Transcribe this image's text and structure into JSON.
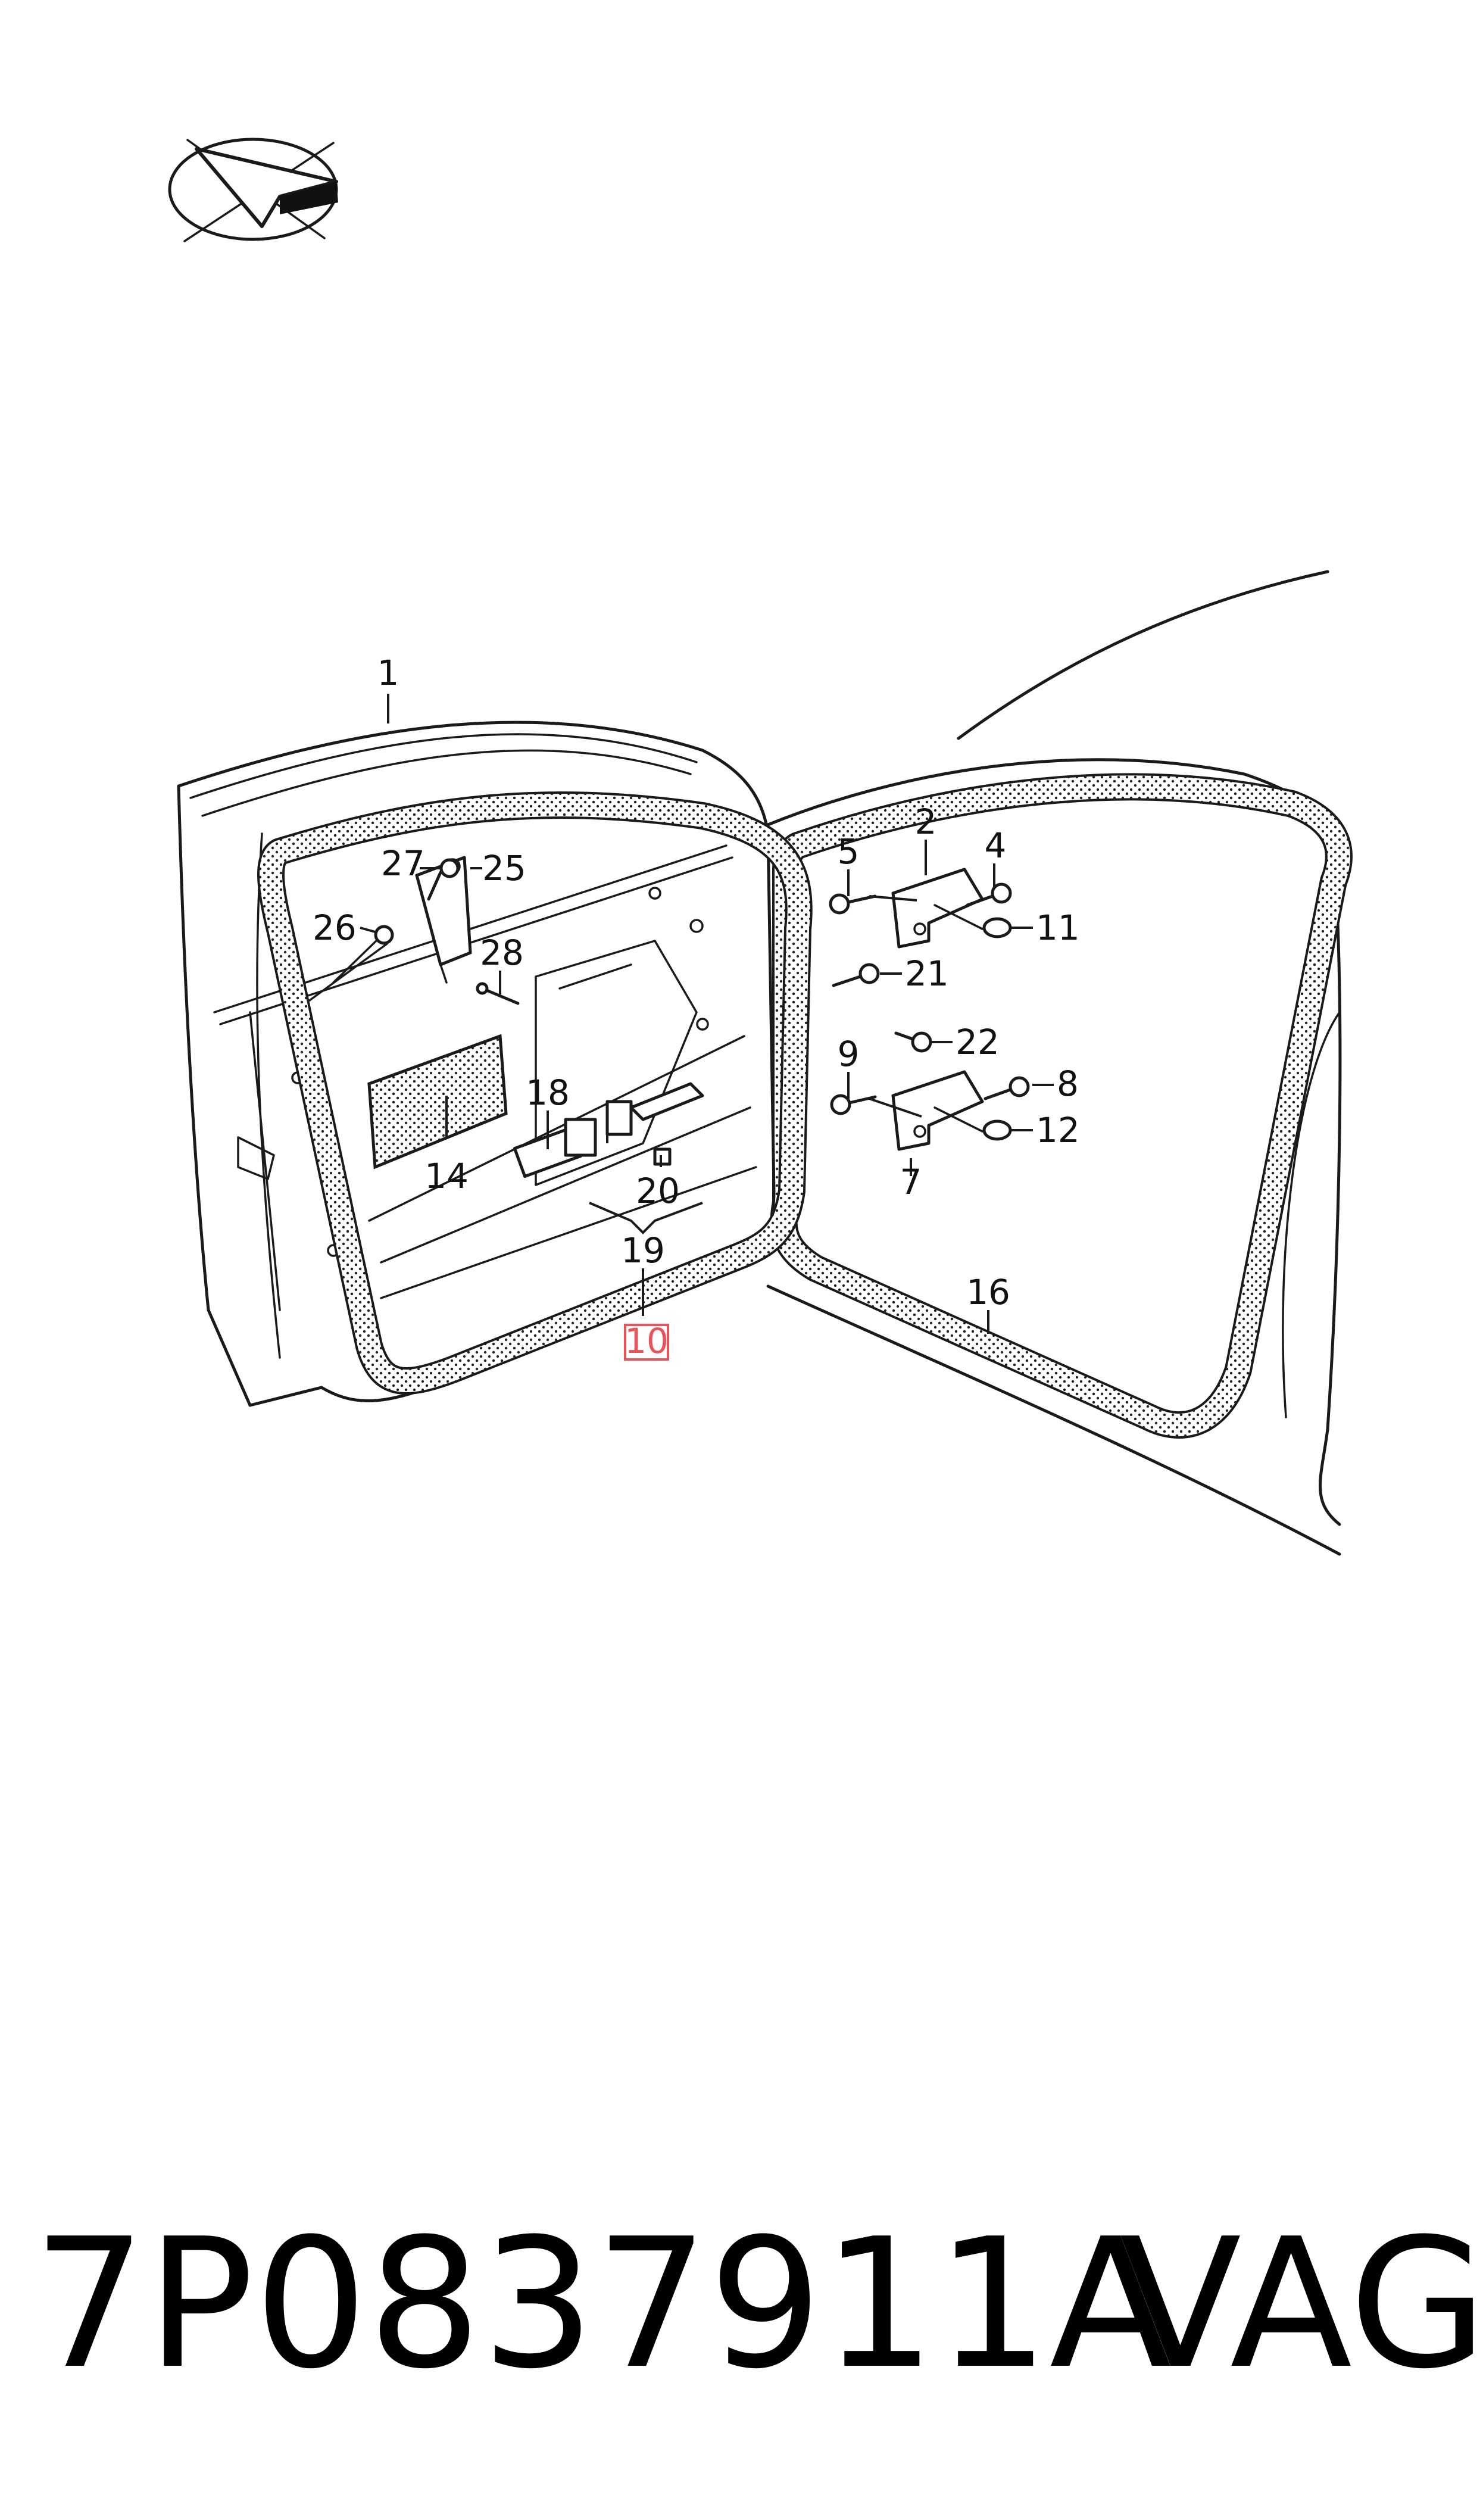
{
  "diagram": {
    "callouts": {
      "c1": "1",
      "c2": "2",
      "c4": "4",
      "c5": "5",
      "c7": "7",
      "c8": "8",
      "c9": "9",
      "c10": "10",
      "c11": "11",
      "c12": "12",
      "c14": "14",
      "c16": "16",
      "c18": "18",
      "c19": "19",
      "c20": "20",
      "c21": "21",
      "c22": "22",
      "c25": "25",
      "c26": "26",
      "c27": "27",
      "c28": "28"
    },
    "highlighted_callout": "10",
    "highlight_color": "#e8545a",
    "icon": "orientation-arrow-icon"
  },
  "footer": {
    "part_number": "7P0837911A",
    "brand": "VAG"
  }
}
